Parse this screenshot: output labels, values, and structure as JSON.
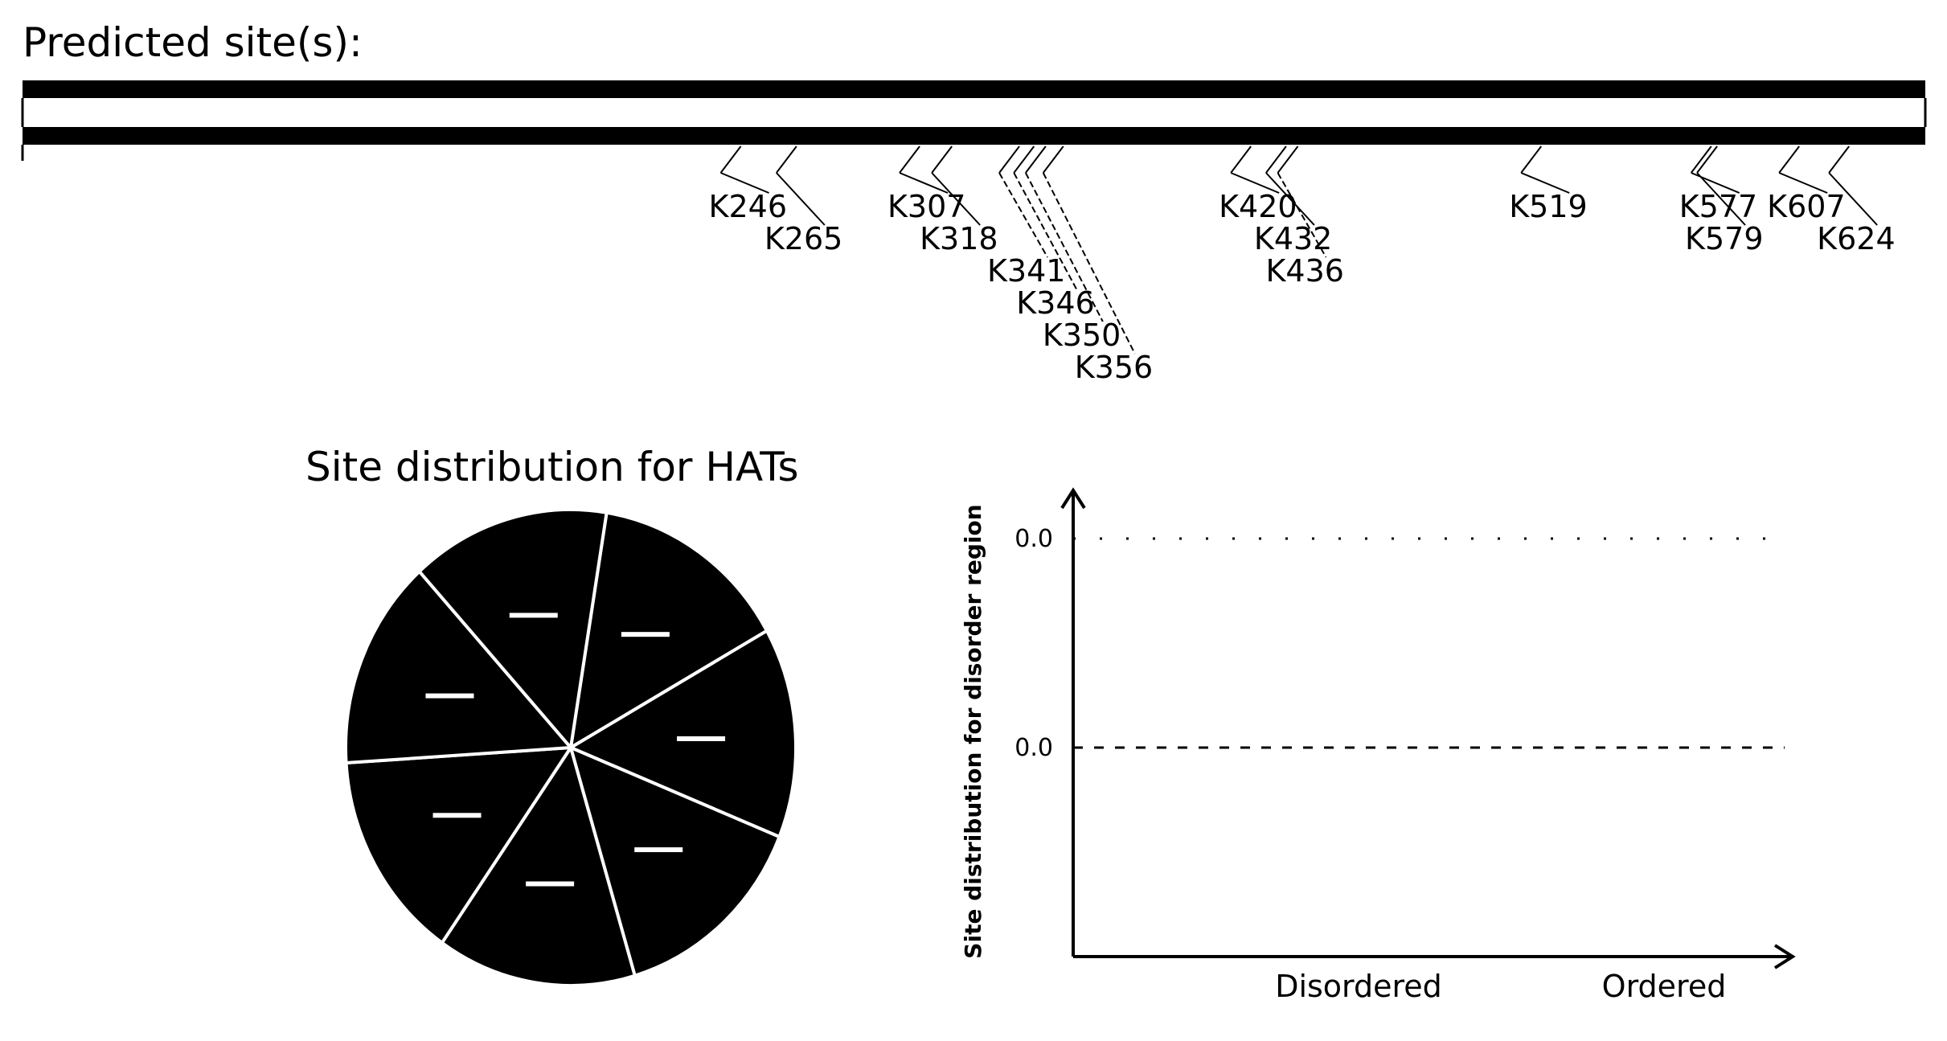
{
  "heading": "Predicted site(s):",
  "chart_data": [
    {
      "type": "other",
      "title": "Predicted site(s):",
      "sites": [
        {
          "label": "K246",
          "position": 246
        },
        {
          "label": "K265",
          "position": 265
        },
        {
          "label": "K307",
          "position": 307
        },
        {
          "label": "K318",
          "position": 318
        },
        {
          "label": "K341",
          "position": 341
        },
        {
          "label": "K346",
          "position": 346
        },
        {
          "label": "K350",
          "position": 350
        },
        {
          "label": "K356",
          "position": 356
        },
        {
          "label": "K420",
          "position": 420
        },
        {
          "label": "K432",
          "position": 432
        },
        {
          "label": "K436",
          "position": 436
        },
        {
          "label": "K519",
          "position": 519
        },
        {
          "label": "K577",
          "position": 577
        },
        {
          "label": "K579",
          "position": 579
        },
        {
          "label": "K607",
          "position": 607
        },
        {
          "label": "K624",
          "position": 624
        }
      ],
      "sequence_range": [
        1,
        650
      ]
    },
    {
      "type": "pie",
      "title": "Site distribution for HATs",
      "slice_count": 7,
      "values": [
        1,
        1,
        1,
        1,
        1,
        1,
        1
      ],
      "color": "#000000",
      "separator_color": "#ffffff"
    },
    {
      "type": "bar",
      "categories": [
        "Disordered",
        "Ordered"
      ],
      "values": [
        0,
        0
      ],
      "ylabel": "Site distribution for disorder region",
      "xlabel": "",
      "yticks": [
        "0.0",
        "0.0"
      ],
      "grid": "dashed horizontal"
    }
  ]
}
